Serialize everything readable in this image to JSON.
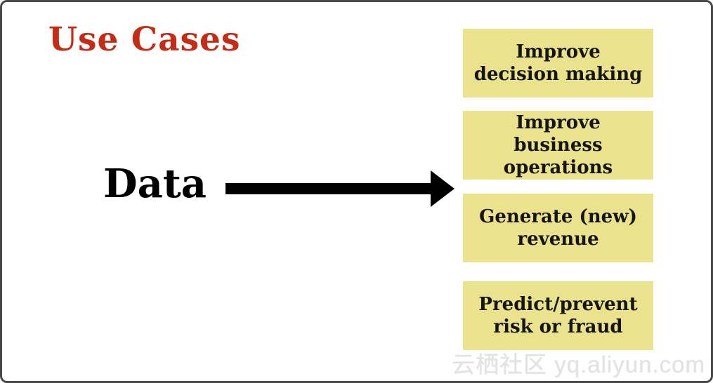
{
  "slide": {
    "title": "Use Cases",
    "title_color": "#c52b15",
    "background": "#ffffff",
    "frame_border_color": "#4a4a4a"
  },
  "diagram": {
    "type": "flow",
    "source": {
      "label": "Data"
    },
    "arrow": {
      "direction": "right",
      "color": "#000000"
    },
    "box_color": "#eae28c",
    "use_cases": [
      {
        "label": "Improve decision making"
      },
      {
        "label": "Improve business operations"
      },
      {
        "label": "Generate (new) revenue"
      },
      {
        "label": "Predict/prevent risk or fraud"
      }
    ]
  },
  "watermark": {
    "text": "云栖社区 yq.aliyun.com"
  }
}
